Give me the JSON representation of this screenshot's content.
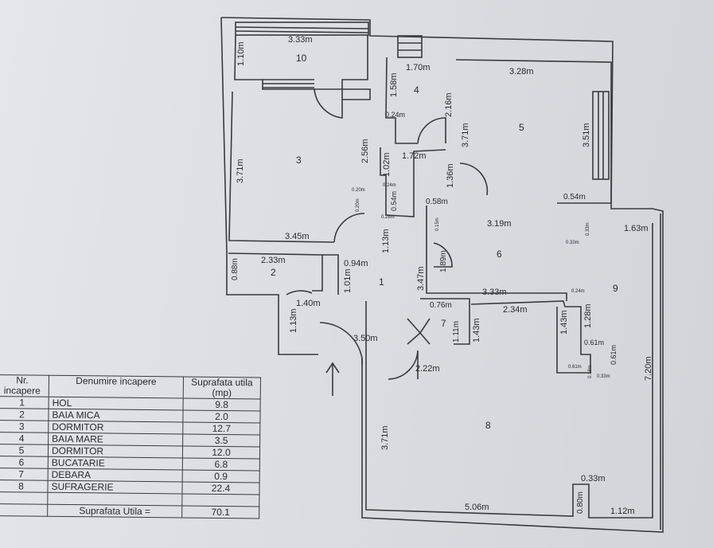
{
  "rooms": {
    "r1": "1",
    "r2": "2",
    "r3": "3",
    "r4": "4",
    "r5": "5",
    "r6": "6",
    "r7": "7",
    "r8": "8",
    "r9": "9",
    "r10": "10"
  },
  "dims": [
    "3.33m",
    "1.10m",
    "1.70m",
    "1.58m",
    "0.24m",
    "2.16m",
    "3.28m",
    "3.71m",
    "3.51m",
    "3.71m",
    "2.56m",
    "1.72m",
    "1.02m",
    "0.24m",
    "0.54m",
    "0.20m",
    "0.20m",
    "0.28m",
    "1.36m",
    "0.58m",
    "0.54m",
    "3.45m",
    "1.13m",
    "3.19m",
    "0.15m",
    "0.33m",
    "0.33m",
    "1.63m",
    "2.33m",
    "0.88m",
    "0.94m",
    "1.01m",
    "3.47m",
    "1.89m",
    "1.40m",
    "1.13m",
    "3.33m",
    "0.24m",
    "0.76m",
    "1.11m",
    "1.43m",
    "2.34m",
    "1.43m",
    "1.28m",
    "0.61m",
    "0.61m",
    "0.61m",
    "0.33m",
    "3.50m",
    "2.22m",
    "7.20m",
    "3.71m",
    "0.33m",
    "0.80m",
    "5.06m",
    "1.12m",
    "0.18m"
  ],
  "table": {
    "headers": [
      "Nr. incapere",
      "Denumire incapere",
      "Suprafata utila (mp)"
    ],
    "rows": [
      {
        "nr": "1",
        "name": "HOL",
        "area": "9.8"
      },
      {
        "nr": "2",
        "name": "BAIA MICA",
        "area": "2.0"
      },
      {
        "nr": "3",
        "name": "DORMITOR",
        "area": "12.7"
      },
      {
        "nr": "4",
        "name": "BAIA MARE",
        "area": "3.5"
      },
      {
        "nr": "5",
        "name": "DORMITOR",
        "area": "12.0"
      },
      {
        "nr": "6",
        "name": "BUCATARIE",
        "area": "6.8"
      },
      {
        "nr": "7",
        "name": "DEBARA",
        "area": "0.9"
      },
      {
        "nr": "8",
        "name": "SUFRAGERIE",
        "area": "22.4"
      }
    ],
    "total_label": "Suprafata Utila =",
    "total_value": "70.1"
  }
}
